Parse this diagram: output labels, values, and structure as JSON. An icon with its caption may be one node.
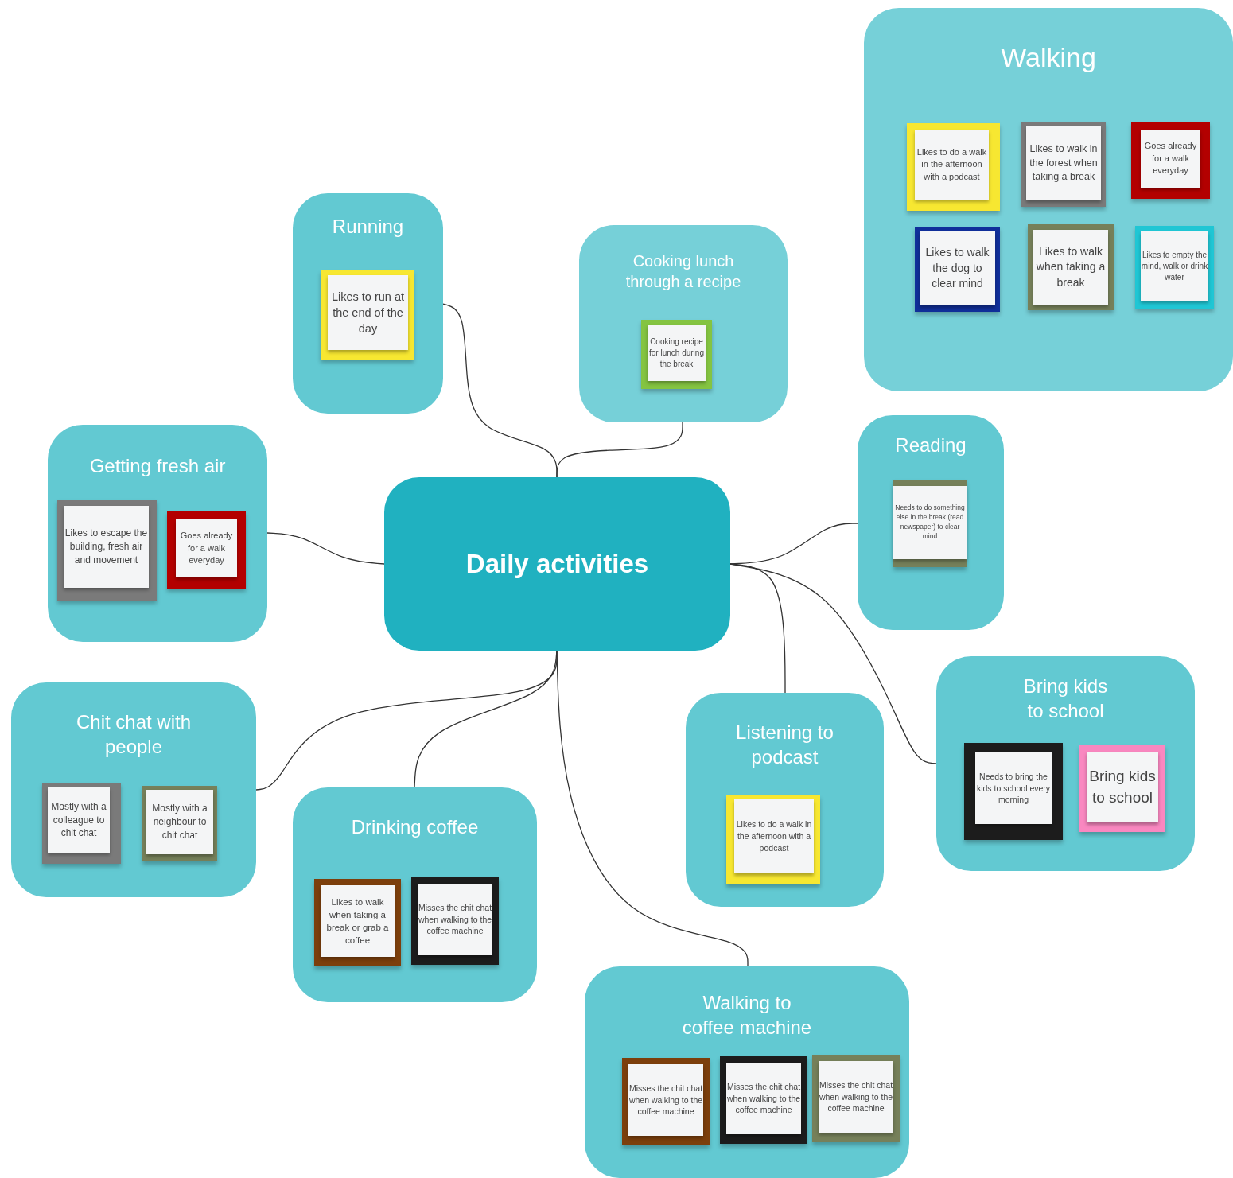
{
  "diagram": {
    "nodes": [
      {
        "text": [
          "Daily activities"
        ]
      },
      {
        "text": [
          "Walking"
        ]
      },
      {
        "text": [
          "Likes to do a walk in the afternoon with a podcast"
        ],
        "in": 1
      },
      {
        "text": [
          "Likes to walk in the forest when taking a break"
        ],
        "in": 1
      },
      {
        "text": [
          "Goes already for a walk everyday"
        ],
        "in": 1
      },
      {
        "text": [
          "Likes to walk the dog to clear mind"
        ],
        "in": 1
      },
      {
        "text": [
          "Likes to walk when taking a break"
        ],
        "in": 1
      },
      {
        "text": [
          "Likes to empty the mind, walk or drink water"
        ],
        "in": 1
      },
      {
        "text": [
          "Running"
        ]
      },
      {
        "text": [
          "Likes to run at the end of the day"
        ],
        "in": 8
      },
      {
        "text": [
          "Cooking lunch through a recipe"
        ]
      },
      {
        "text": [
          "Cooking recipe for lunch during the break"
        ],
        "in": 10
      },
      {
        "text": [
          "Getting fresh air"
        ]
      },
      {
        "text": [
          "Likes to escape the building, fresh air and movement"
        ],
        "in": 12
      },
      {
        "text": [
          "Goes already for a walk everyday"
        ],
        "in": 12
      },
      {
        "text": [
          "Reading"
        ]
      },
      {
        "text": [
          "Needs to do something else in the break (read newspaper) to clear mind"
        ],
        "in": 15
      },
      {
        "text": [
          "Chit chat with people"
        ]
      },
      {
        "text": [
          "Mostly with a colleague to chit chat"
        ],
        "in": 17
      },
      {
        "text": [
          "Mostly with a neighbour to chit chat"
        ],
        "in": 17
      },
      {
        "text": [
          "Drinking coffee"
        ]
      },
      {
        "text": [
          "Likes to walk when taking a break or grab a coffee"
        ],
        "in": 20
      },
      {
        "text": [
          "Misses the chit chat when walking to the coffee machine"
        ],
        "in": 20
      },
      {
        "text": [
          "Listening to podcast"
        ]
      },
      {
        "text": [
          "Likes to do a walk in the afternoon with a podcast"
        ],
        "in": 23
      },
      {
        "text": [
          "Bring kids to school"
        ]
      },
      {
        "text": [
          "Needs to bring the kids to school every morning"
        ],
        "in": 25
      },
      {
        "text": [
          "Bring kids to school"
        ],
        "in": 25
      },
      {
        "text": [
          "Walking to coffee machine"
        ]
      },
      {
        "text": [
          "Misses the chit chat when walking to the coffee machine"
        ],
        "in": 28
      },
      {
        "text": [
          "Misses the chit chat when walking to the coffee machine"
        ],
        "in": 28
      },
      {
        "text": [
          "Misses the chit chat when walking to the coffee machine"
        ],
        "in": 28
      }
    ],
    "edges": [
      {
        "from": 0,
        "to": 8,
        "arrow": "none"
      },
      {
        "from": 0,
        "to": 10,
        "arrow": "none"
      },
      {
        "from": 0,
        "to": 12,
        "arrow": "none"
      },
      {
        "from": 0,
        "to": 15,
        "arrow": "none"
      },
      {
        "from": 0,
        "to": 23,
        "arrow": "none"
      },
      {
        "from": 0,
        "to": 25,
        "arrow": "none"
      },
      {
        "from": 0,
        "to": 17,
        "arrow": "none"
      },
      {
        "from": 0,
        "to": 20,
        "arrow": "none"
      },
      {
        "from": 0,
        "to": 28,
        "arrow": "none"
      }
    ]
  }
}
